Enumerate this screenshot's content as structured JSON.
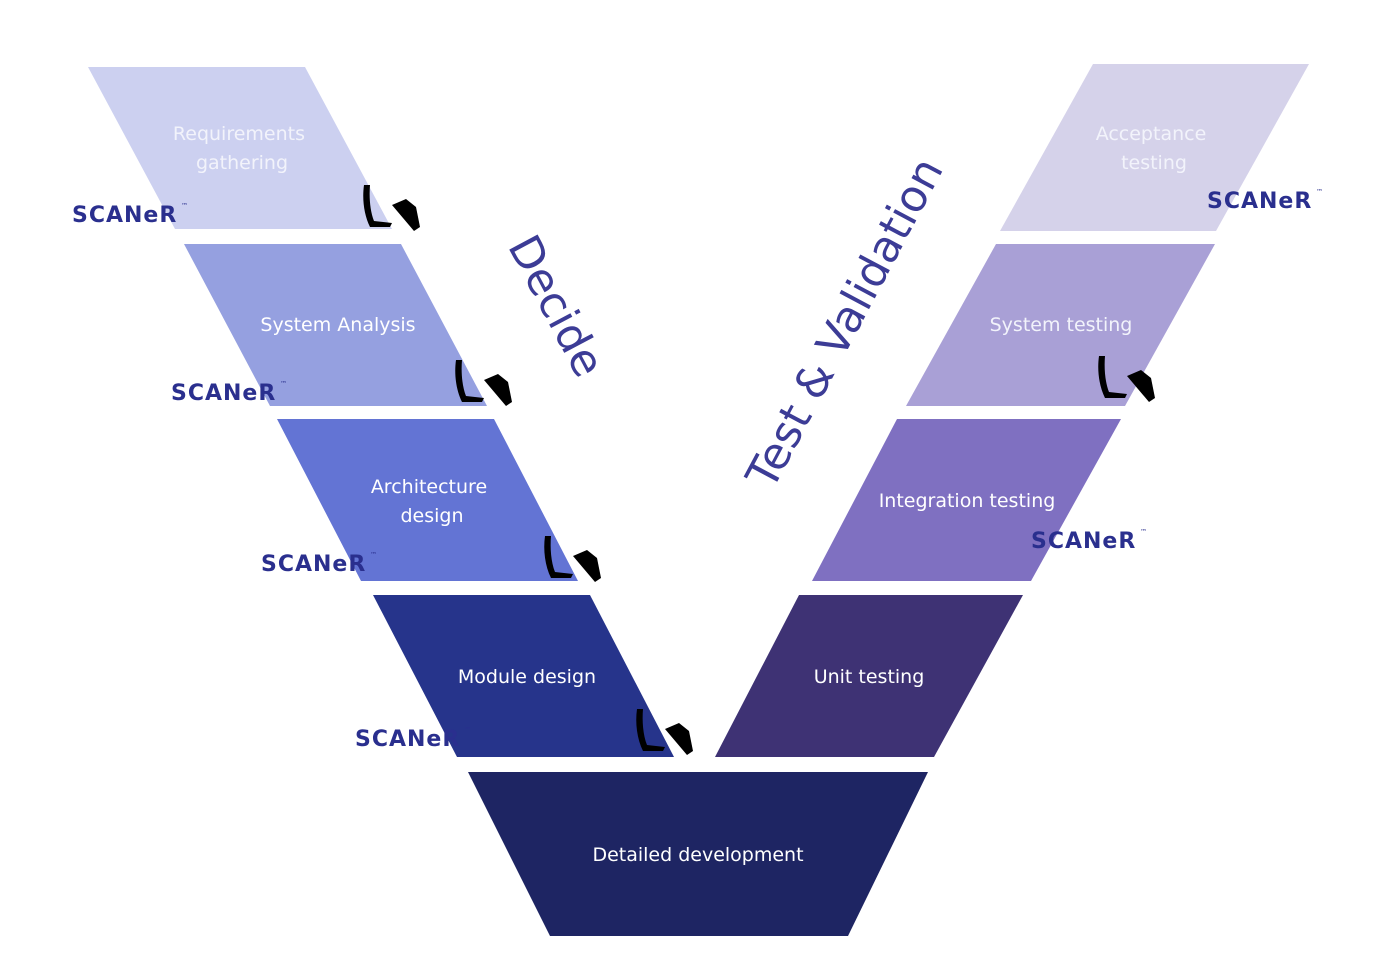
{
  "diagram": {
    "left_label": "Decide",
    "right_label": "Test & Validation",
    "logo_text": "SCANeR",
    "logo_tm": "™",
    "stages": [
      {
        "id": "requirements",
        "lines": [
          "Requirements",
          "gathering"
        ],
        "color": "#ccd0f0"
      },
      {
        "id": "system-analysis",
        "lines": [
          "System Analysis"
        ],
        "color": "#95a0e0"
      },
      {
        "id": "architecture",
        "lines": [
          "Architecture",
          "design"
        ],
        "color": "#6374d4"
      },
      {
        "id": "module",
        "lines": [
          "Module design"
        ],
        "color": "#26348b"
      },
      {
        "id": "detailed",
        "lines": [
          "Detailed development"
        ],
        "color": "#1e2563"
      },
      {
        "id": "unit",
        "lines": [
          "Unit testing"
        ],
        "color": "#3e3274"
      },
      {
        "id": "integration",
        "lines": [
          "Integration testing"
        ],
        "color": "#7f70c1"
      },
      {
        "id": "system-testing",
        "lines": [
          "System testing"
        ],
        "color": "#a9a0d6"
      },
      {
        "id": "acceptance",
        "lines": [
          "Acceptance",
          "testing"
        ],
        "color": "#d5d2ea"
      }
    ],
    "icons": {
      "logo": "scaner-logo",
      "simulator": "driving-seat-icon"
    }
  }
}
